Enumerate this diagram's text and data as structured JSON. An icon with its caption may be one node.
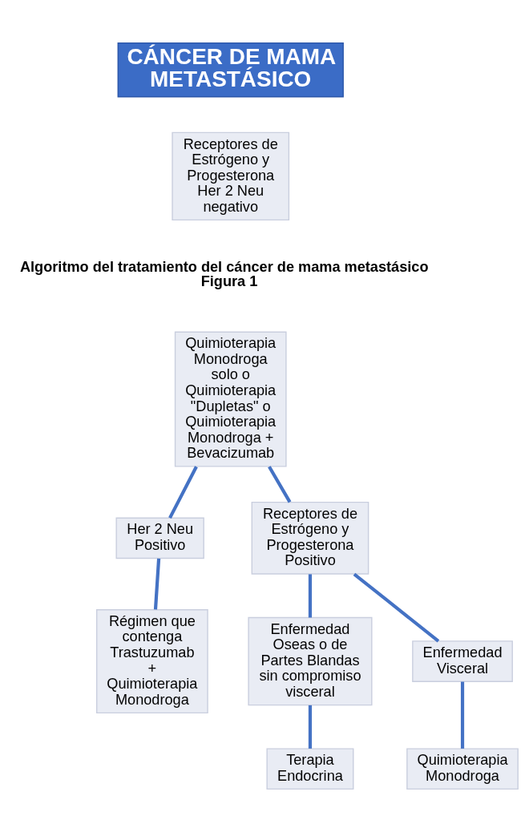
{
  "diagram": {
    "nodes": [
      {
        "text": [
          "CÁNCER DE MAMA METASTÁSICO"
        ]
      },
      {
        "text": [
          "Receptores de Estrógeno y Progesterona Her 2 Neu negativo"
        ]
      },
      {
        "text": [
          "Quimioterapia Monodroga solo o Quimioterapia \"Dupletas\" o Quimioterapia Monodroga + Bevacizumab"
        ]
      },
      {
        "text": [
          "Her 2 Neu Positivo"
        ]
      },
      {
        "text": [
          "Receptores de Estrógeno y Progesterona Positivo"
        ]
      },
      {
        "text": [
          "Régimen que contenga Trastuzumab + Quimioterapia Monodroga"
        ]
      },
      {
        "text": [
          "Enfermedad Oseas o de Partes Blandas sin compromiso visceral"
        ]
      },
      {
        "text": [
          "Enfermedad Visceral"
        ]
      },
      {
        "text": [
          "Quimioterapia Monodroga"
        ]
      },
      {
        "text": [
          "Terapia Endocrina"
        ]
      }
    ],
    "edges": [
      {
        "from": 2,
        "to": 3,
        "arrow": "none"
      },
      {
        "from": 2,
        "to": 4,
        "arrow": "none"
      },
      {
        "from": 3,
        "to": 5,
        "arrow": "none"
      },
      {
        "from": 4,
        "to": 6,
        "arrow": "none"
      },
      {
        "from": 4,
        "to": 7,
        "arrow": "none"
      },
      {
        "from": 7,
        "to": 8,
        "arrow": "none"
      },
      {
        "from": 6,
        "to": 9,
        "arrow": "none"
      }
    ],
    "labels": [
      "Algoritmo del tratamiento del cáncer de mama metastásico",
      "Figura 1"
    ]
  }
}
